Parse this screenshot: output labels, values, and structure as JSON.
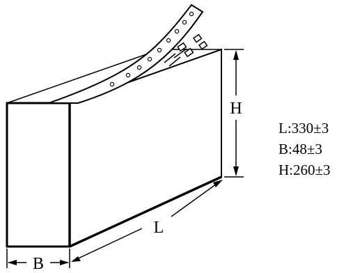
{
  "labels": {
    "length": "L",
    "width": "B",
    "height": "H"
  },
  "specs": [
    "L:330±3",
    "B:48±3",
    "H:260±3"
  ]
}
